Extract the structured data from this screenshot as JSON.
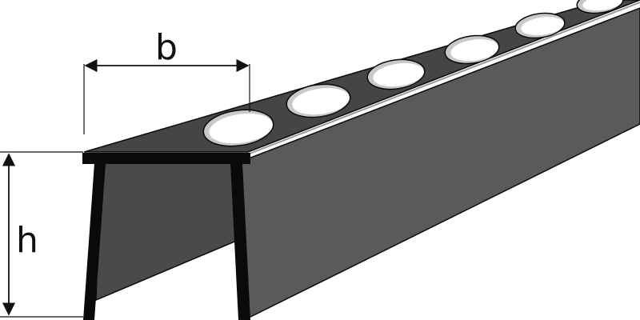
{
  "dimensions": {
    "width_label": "b",
    "height_label": "h"
  },
  "colors": {
    "background": "#ffffff",
    "profile_dark": "#3a3a3a",
    "web_mid": "#5a5a5a",
    "top_face": "#454545",
    "edge_highlight": "#9a9a9a",
    "hole_fill": "#ffffff",
    "hole_rim": "#c9c9c9",
    "outline": "#0a0a0a",
    "dimension_line": "#111111"
  },
  "perforation": {
    "hole_count_visible": 6
  }
}
